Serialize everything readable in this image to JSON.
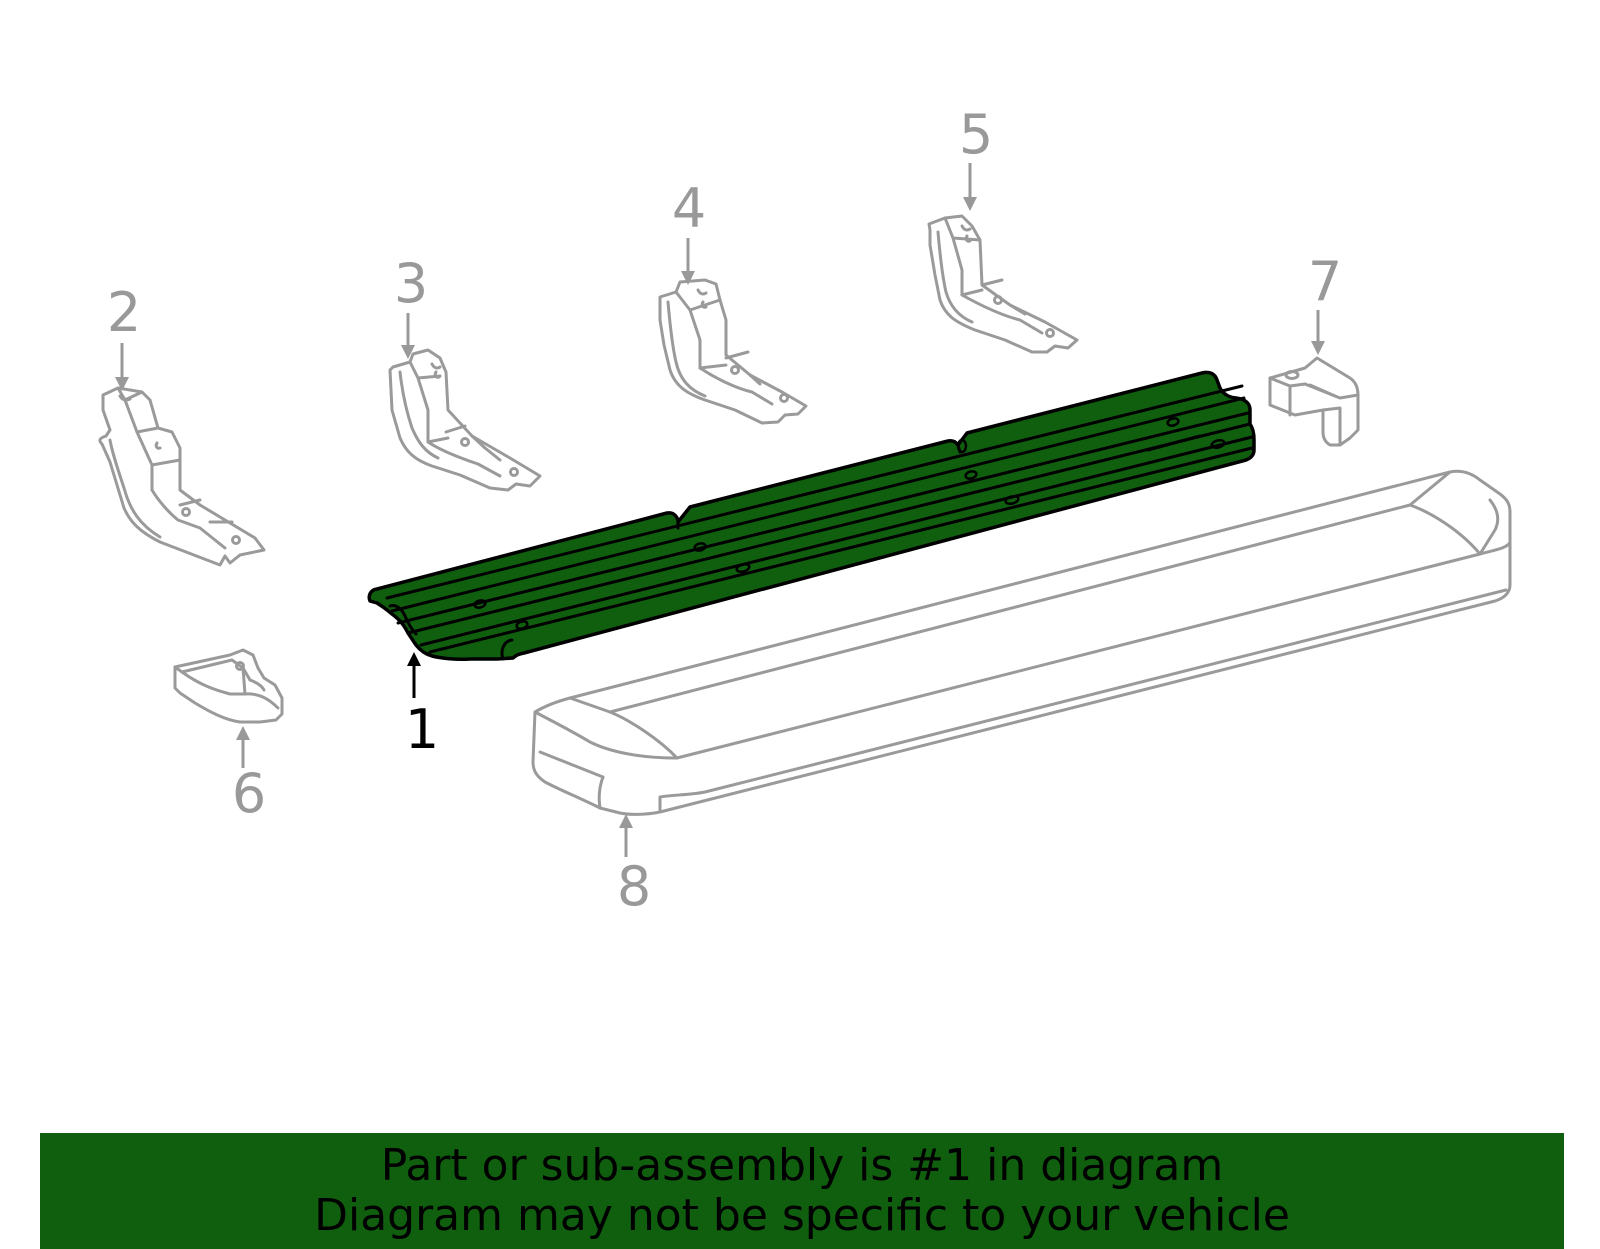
{
  "diagram": {
    "highlight_color": "#0f5f0f",
    "callout_color": "#999999",
    "callouts": [
      {
        "number": "1",
        "part": "highlighted step pad",
        "highlighted": true
      },
      {
        "number": "2",
        "part": "bracket"
      },
      {
        "number": "3",
        "part": "bracket"
      },
      {
        "number": "4",
        "part": "bracket"
      },
      {
        "number": "5",
        "part": "bracket"
      },
      {
        "number": "6",
        "part": "bracket"
      },
      {
        "number": "7",
        "part": "bracket"
      },
      {
        "number": "8",
        "part": "step board"
      }
    ]
  },
  "banner": {
    "background_color": "#0f5f0f",
    "line1": "Part or sub-assembly is #1 in diagram",
    "line2": "Diagram may not be specific to your vehicle"
  }
}
